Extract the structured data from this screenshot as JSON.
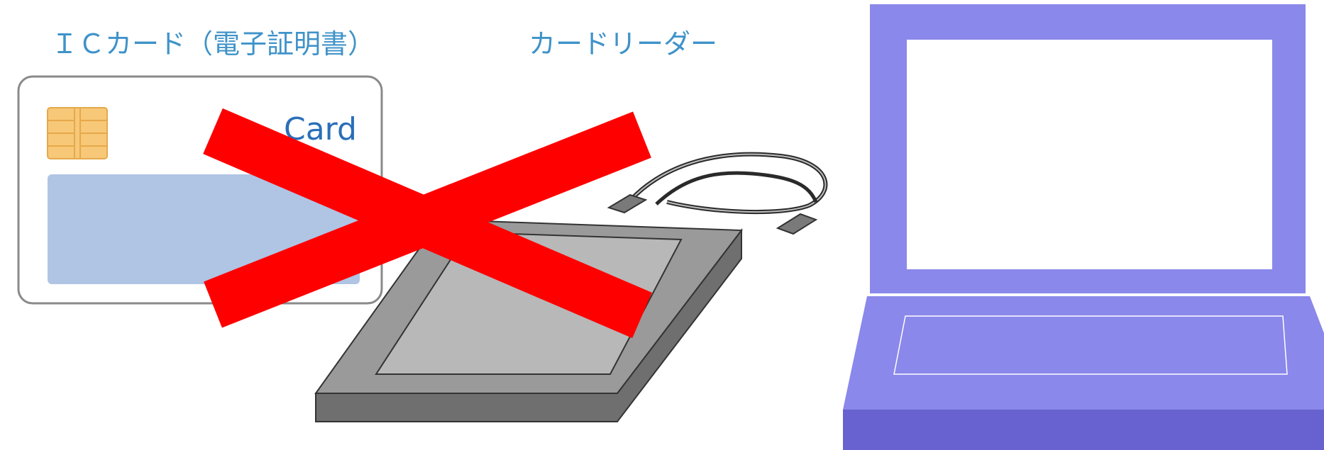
{
  "labels": {
    "ic_card": "ＩＣカード（電子証明書）",
    "card_reader": "カードリーダー",
    "card_text": "Card"
  },
  "colors": {
    "label_blue": "#3f93c9",
    "card_text_blue": "#2a6fb8",
    "cross_red": "#ff0000",
    "laptop_body": "#8a88ea",
    "laptop_base": "#6762cf",
    "card_stripe": "#b0c4e4",
    "chip": "#f7c877",
    "reader_gray": "#9a9a9a"
  },
  "icons": [
    "ic-card-icon",
    "card-reader-icon",
    "laptop-icon",
    "cross-out-icon"
  ]
}
